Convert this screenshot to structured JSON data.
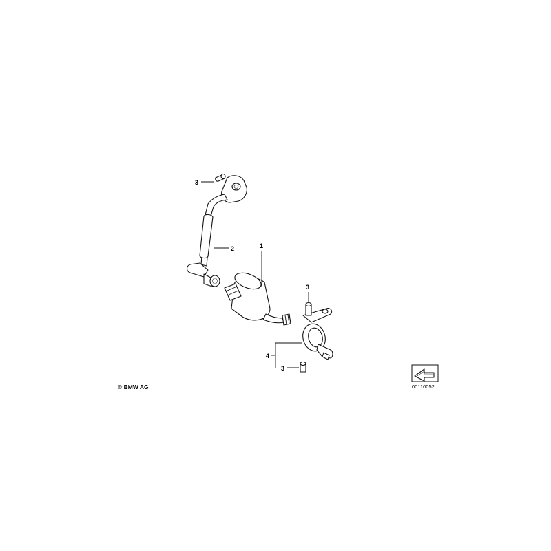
{
  "callouts": {
    "part1": "1",
    "part2": "2",
    "part3_top_left": "3",
    "part3_right_upper": "3",
    "part3_right_lower": "3",
    "part4": "4"
  },
  "copyright": "© BMW AG",
  "diagram_id": "00110052",
  "icons": [
    "arrow-icon",
    "copyright-icon"
  ]
}
